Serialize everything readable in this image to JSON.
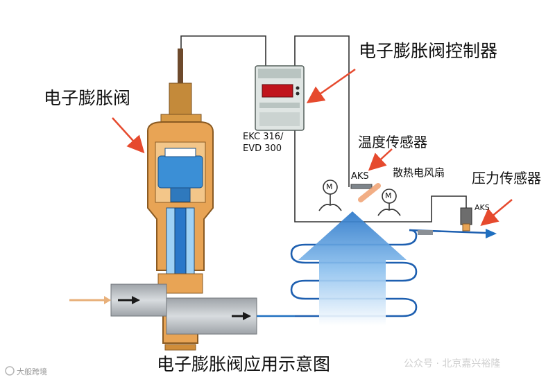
{
  "labels": {
    "valve": "电子膨胀阀",
    "controller": "电子膨胀阀控制器",
    "controller_model_1": "EKC 316/",
    "controller_model_2": "EVD 300",
    "temp_sensor": "温度传感器",
    "temp_sensor_model": "AKS",
    "fan": "散热电风扇",
    "pressure_sensor": "压力传感器",
    "pressure_sensor_model": "AKS",
    "fan_motor_symbol": "M",
    "title": "电子膨胀阀应用示意图"
  },
  "watermarks": {
    "right": "公众号 · 北京嘉兴裕隆",
    "left": "大般跨境"
  },
  "colors": {
    "brass": "#e8a455",
    "brass_dark": "#b8782e",
    "body_gray": "#c9cdd2",
    "valve_blue": "#3b8fd6",
    "pipe_blue": "#1f6fc0",
    "coil_blue": "#1d5fb0",
    "arrow_red": "#e64a2e",
    "wire": "#333333",
    "controller_display": "#c0141c"
  }
}
